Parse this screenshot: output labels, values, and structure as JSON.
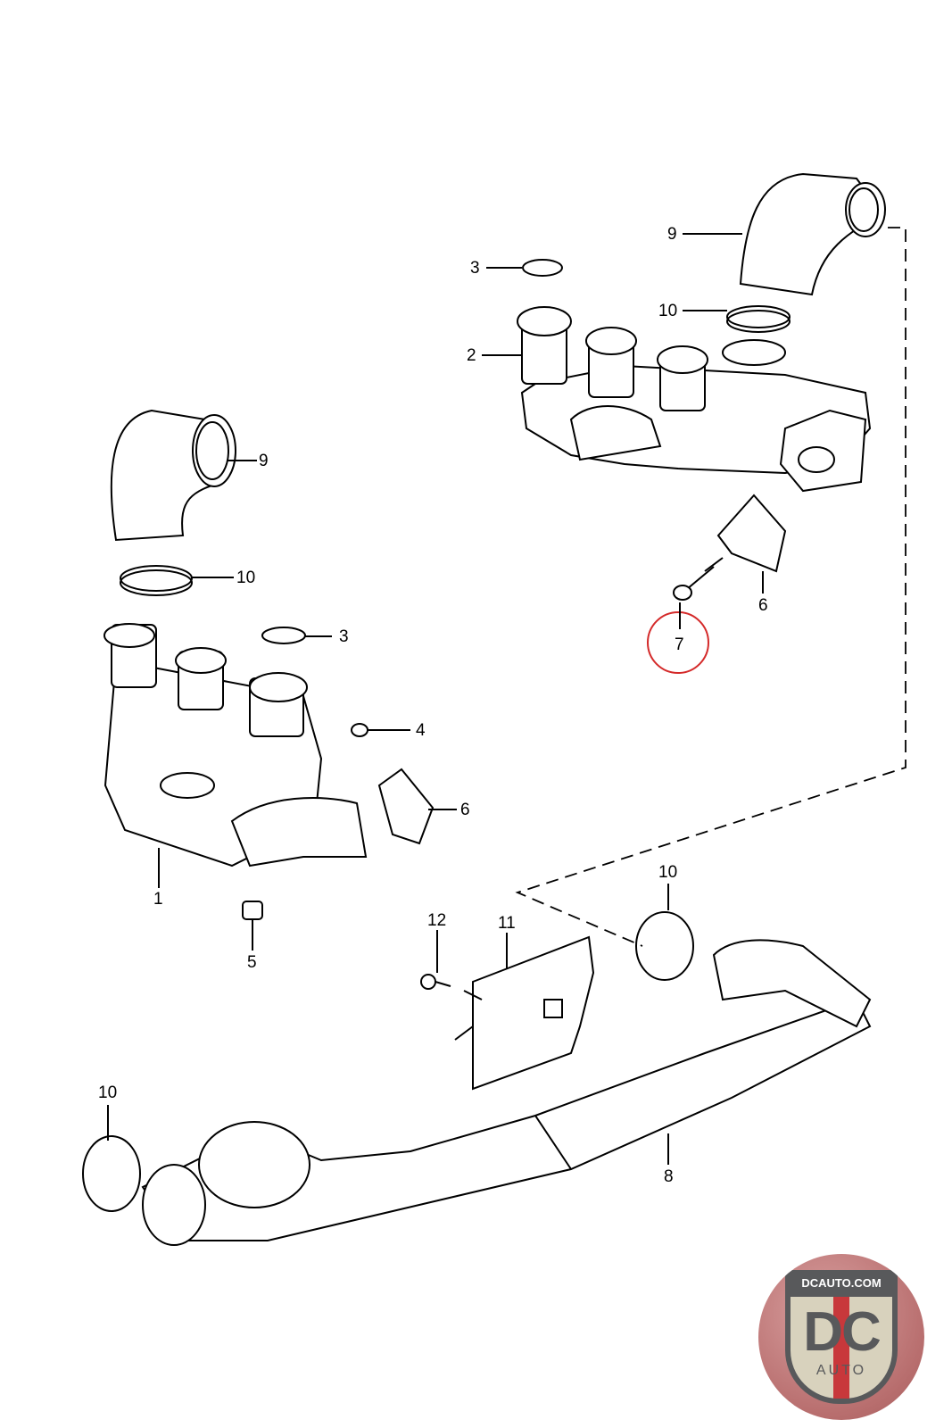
{
  "diagram": {
    "title": "Exhaust system parts diagram",
    "highlight_color": "#d42a2a",
    "highlighted_part": "7",
    "callouts": [
      {
        "id": "c9a",
        "label": "9"
      },
      {
        "id": "c3a",
        "label": "3"
      },
      {
        "id": "c10a",
        "label": "10"
      },
      {
        "id": "c2",
        "label": "2"
      },
      {
        "id": "c6a",
        "label": "6"
      },
      {
        "id": "c7",
        "label": "7"
      },
      {
        "id": "c9b",
        "label": "9"
      },
      {
        "id": "c10b",
        "label": "10"
      },
      {
        "id": "c3b",
        "label": "3"
      },
      {
        "id": "c4",
        "label": "4"
      },
      {
        "id": "c6b",
        "label": "6"
      },
      {
        "id": "c1",
        "label": "1"
      },
      {
        "id": "c5",
        "label": "5"
      },
      {
        "id": "c10c",
        "label": "10"
      },
      {
        "id": "c12",
        "label": "12"
      },
      {
        "id": "c11",
        "label": "11"
      },
      {
        "id": "c10d",
        "label": "10"
      },
      {
        "id": "c8",
        "label": "8"
      }
    ]
  },
  "logo": {
    "top_text": "DCAUTO.COM",
    "main_text": "DC",
    "bottom_text": "AUTO",
    "colors": {
      "red": "#c8383b",
      "gray": "#58595b",
      "cream": "#d8d2bd",
      "background": "#b86e6e"
    }
  }
}
